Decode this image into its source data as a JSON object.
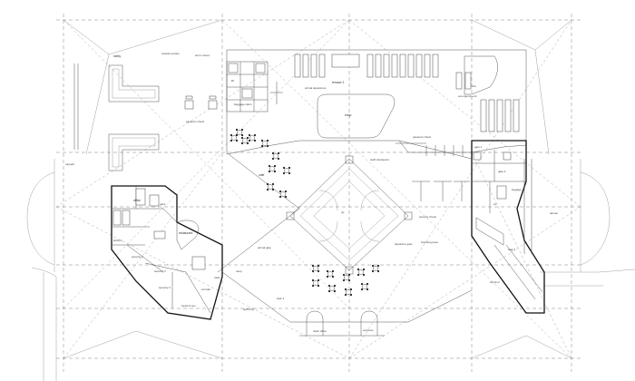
{
  "labels": {
    "lobby": "lobby",
    "outside_terrace": "outside terrace",
    "storm_street": "storm street",
    "terrace_2": "terrace 2",
    "arrival_departures": "arrival departures",
    "baggage_claim": "baggage claim",
    "emergency_exit": "emergency exit",
    "passport_check_left": "passport check",
    "passport_check_right": "passport check",
    "shop": "shop",
    "staff_checkpoint": "staff checkpoint",
    "security_check": "security check",
    "boarding_pass": "boarding pass",
    "check_in": "check in",
    "luggage": "luggage",
    "departure_gate": "departure gate",
    "arrival_gate": "arrival gate",
    "gate_1": "gate 1",
    "gate_2": "gate 2",
    "stair_1": "stair 1",
    "stair_2": "stair 2",
    "cafe": "cafe",
    "restaurant": "restaurant",
    "kitchen": "kitchen",
    "office": "office",
    "security_1": "security 1",
    "security_2": "security 2",
    "security_3": "security 3",
    "head_of_sec": "head of sec.",
    "toilet": "toilet",
    "corridor": "corridor",
    "wc": "wc",
    "gard": "gard",
    "staff_only": "staff only",
    "ticket_office": "ticket office",
    "entrance": "entrance",
    "tarmac": "tarmac",
    "carpark": "carpark",
    "info": "info",
    "lift": "lift",
    "up": "up",
    "ramp": "ramp"
  }
}
